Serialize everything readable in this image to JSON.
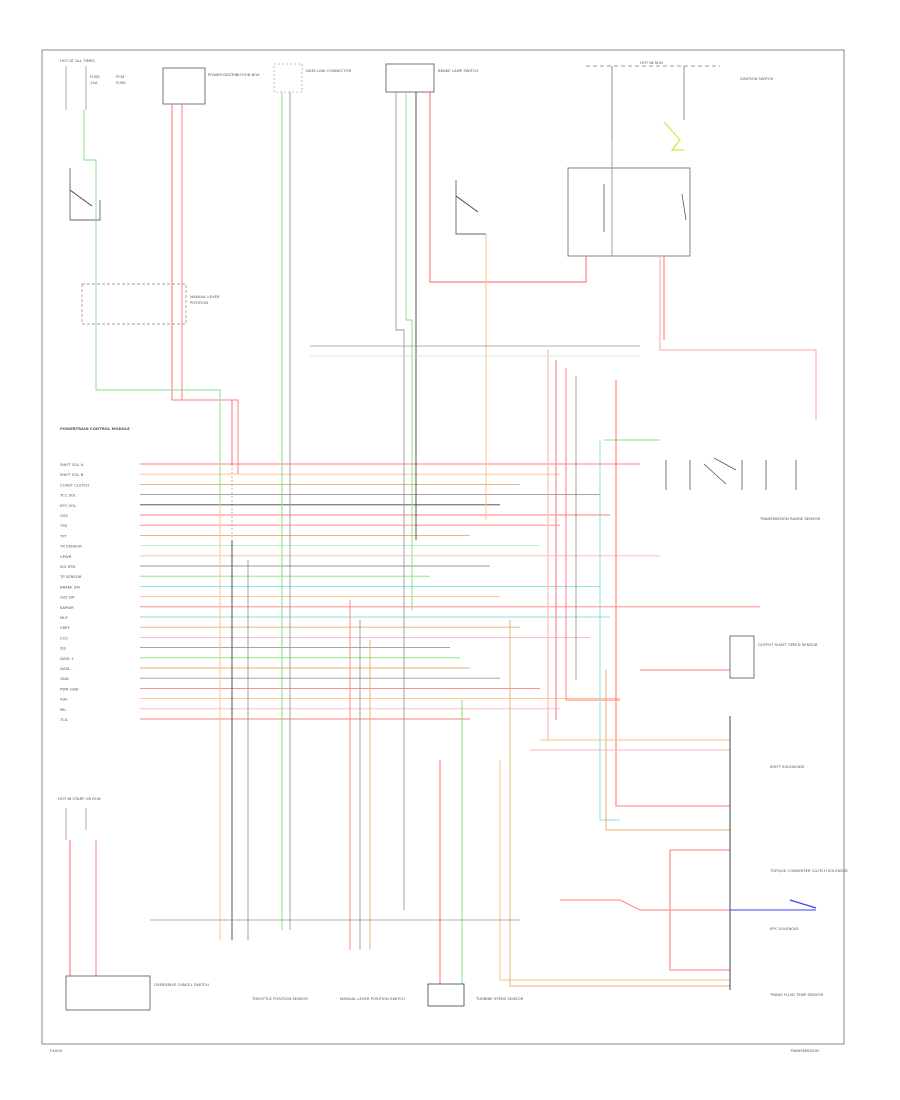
{
  "diagram": {
    "title_note": "",
    "components": {
      "hot_at_all_times": "HOT AT ALL TIMES",
      "power_dist_box": "POWER DISTRIBUTION BOX",
      "brake_lamp_switch": "BRAKE LAMP SWITCH",
      "data_link_connector": "DATA LINK CONNECTOR",
      "pcm": "POWERTRAIN CONTROL MODULE",
      "tr_sensor": "TRANSMISSION RANGE SENSOR",
      "shift_solenoids": "SHIFT SOLENOIDS",
      "tcc_solenoid": "TORQUE CONVERTER CLUTCH SOLENOID",
      "output_shaft_sensor": "OUTPUT SHAFT SPEED SENSOR",
      "turbine_sensor": "TURBINE SPEED SENSOR",
      "tft_sensor": "TRANS FLUID TEMP SENSOR",
      "overdrive_switch": "OVERDRIVE CANCEL SWITCH",
      "epc_solenoid": "EPC SOLENOID",
      "tp_sensor": "THROTTLE POSITION SENSOR",
      "mlps": "MANUAL LEVER POSITION SWITCH",
      "hot_in_run": "HOT IN RUN",
      "ignition_switch": "IGNITION SWITCH"
    },
    "footer_left": "F4A00",
    "footer_right": "TRANSMISSION",
    "pin_labels": [
      "SHIFT SOL A",
      "SHIFT SOL B",
      "COAST CLUTCH",
      "TCC SOL",
      "EPC SOL",
      "OSS",
      "TSS",
      "TFT",
      "TR SENSOR",
      "VPWR",
      "SIG RTN",
      "TP SENSOR",
      "BRAKE SW",
      "O/D SW",
      "KAPWR",
      "MLP",
      "VREF",
      "CCS",
      "ISS",
      "DATA +",
      "DATA -",
      "GND",
      "PWR GND",
      "IGN",
      "MIL",
      "TCIL"
    ]
  },
  "colors": {
    "red": "#ff7f7f",
    "pink": "#ffb4b4",
    "green": "#80e080",
    "lightgreen": "#b8f0b8",
    "cyan": "#80e0e0",
    "gray": "#999999",
    "dark": "#444444",
    "tan": "#e0b070",
    "orange": "#ffc080",
    "yellow": "#e0e040",
    "blue": "#4040ff"
  }
}
